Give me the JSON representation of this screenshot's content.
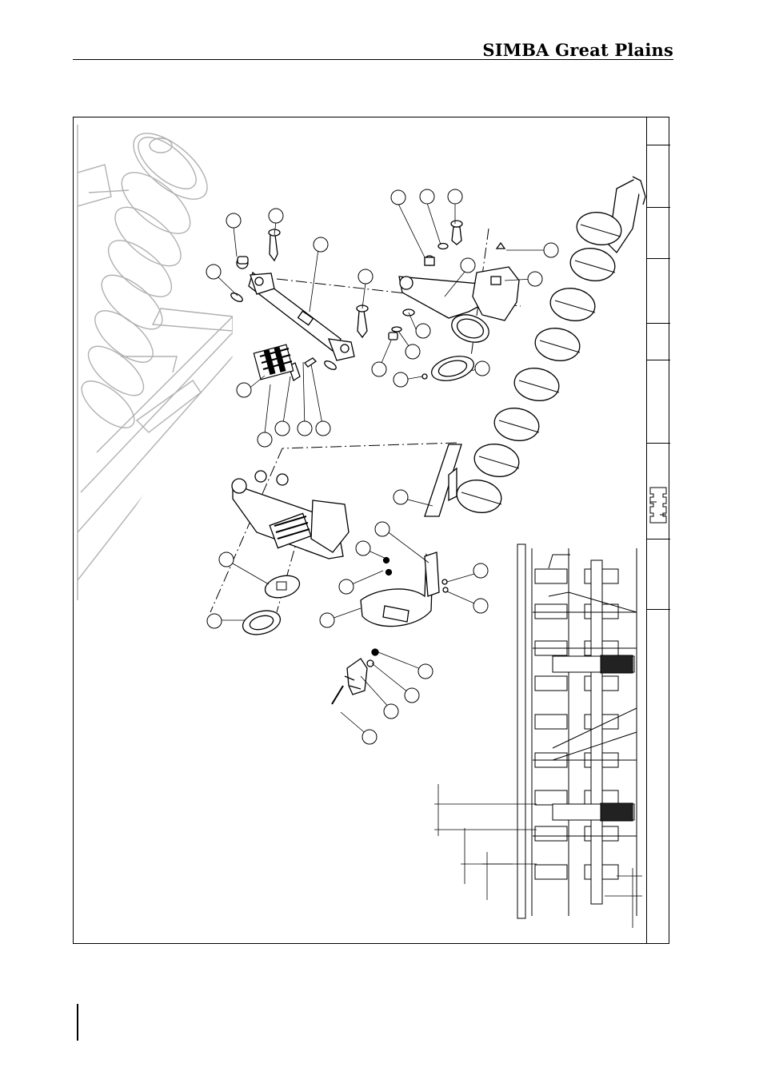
{
  "header": {
    "brand_primary": "SIMBA",
    "brand_secondary": "Great Plains"
  },
  "diagram": {
    "balloon_count": 37,
    "balloons": [
      "",
      "",
      "",
      "",
      "",
      "",
      "",
      "",
      "",
      "",
      "",
      "",
      "",
      "",
      "",
      "",
      "",
      "",
      "",
      "",
      "",
      "",
      "",
      "",
      "",
      "",
      "",
      "",
      "",
      "",
      "",
      "",
      "",
      "",
      "",
      "",
      ""
    ]
  },
  "colors": {
    "line": "#000000",
    "faint_line": "#a8a8a8",
    "background": "#ffffff"
  }
}
